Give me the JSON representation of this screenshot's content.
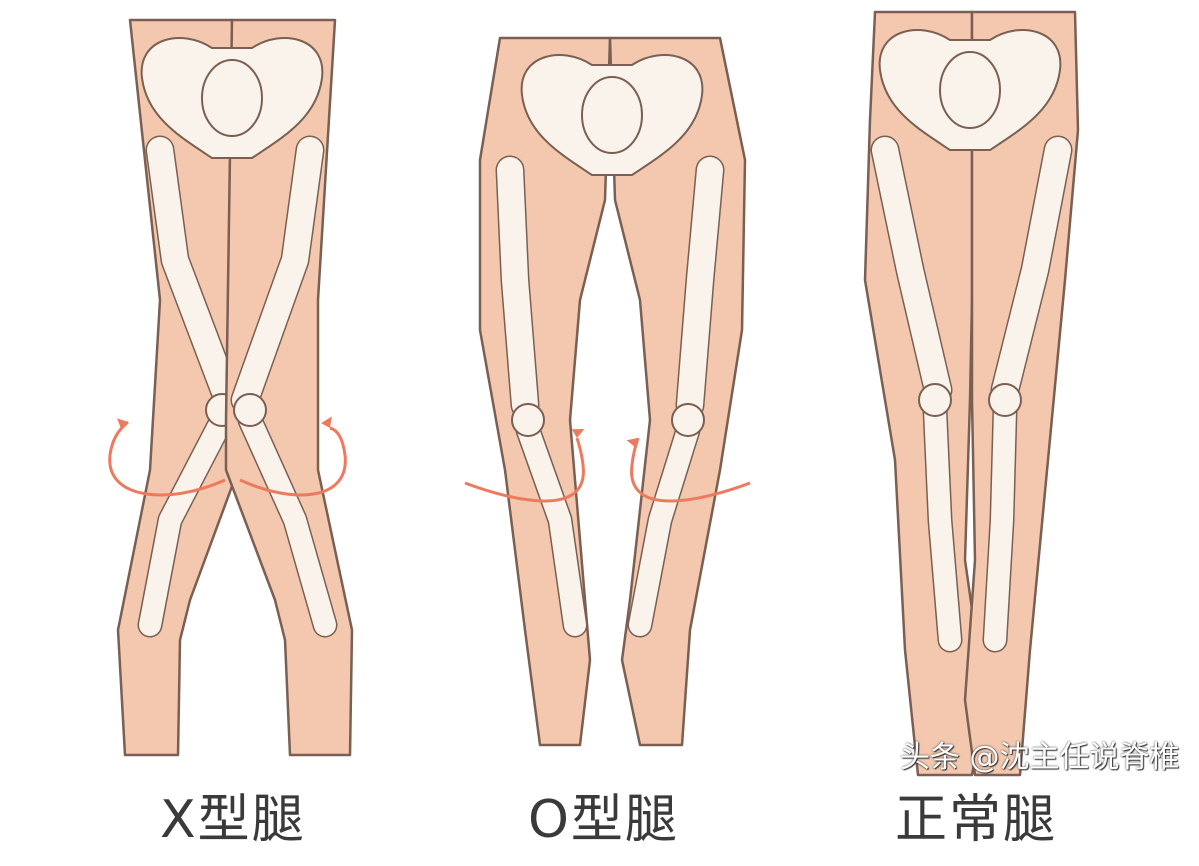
{
  "figures": [
    {
      "type": "x-legs",
      "label": "X型腿"
    },
    {
      "type": "o-legs",
      "label": "O型腿"
    },
    {
      "type": "normal-legs",
      "label": "正常腿"
    }
  ],
  "watermark": "头条 @沈主任说脊椎",
  "colors": {
    "skin": "#f3c8ae",
    "outline": "#7a5f52",
    "bone": "#f9f3ec",
    "arrow": "#ee7a5e"
  }
}
